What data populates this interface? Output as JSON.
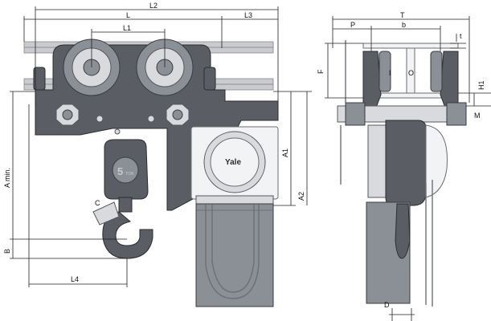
{
  "front_view": {
    "dimensions": {
      "L2": "L2",
      "L": "L",
      "L3": "L3",
      "L1": "L1",
      "A_min": "A min.",
      "A1": "A1",
      "A2": "A2",
      "B": "B",
      "C": "C",
      "L4": "L4"
    },
    "body_markings": {
      "capacity_number": "5",
      "capacity_unit": "TON",
      "brand": "Yale"
    }
  },
  "side_view": {
    "dimensions": {
      "T": "T",
      "P": "P",
      "b": "b",
      "t": "t",
      "F": "F",
      "I": "I",
      "O": "O",
      "H1": "H1",
      "M": "M",
      "D": "D"
    }
  }
}
